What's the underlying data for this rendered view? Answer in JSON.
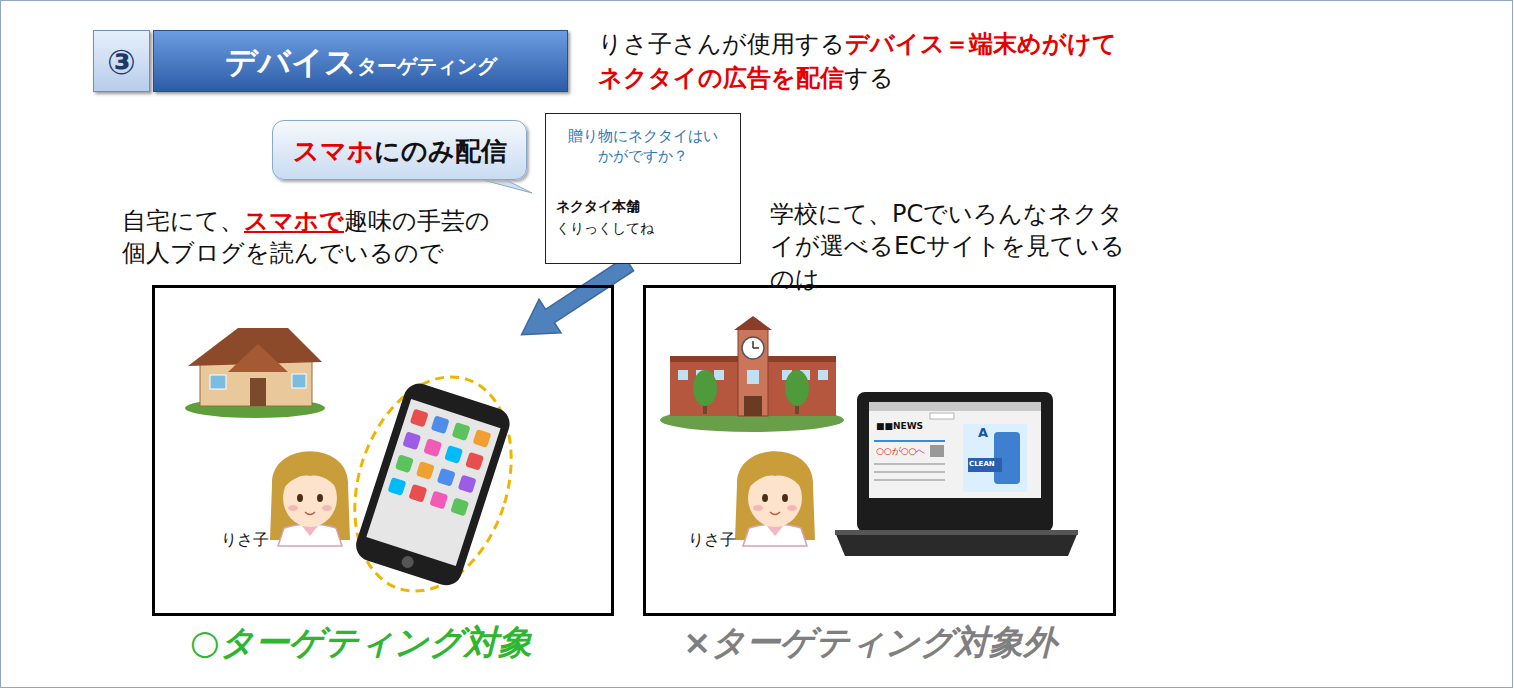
{
  "diagram": {
    "nodes": [
      {
        "text": [
          "③"
        ]
      },
      {
        "text": [
          "デバイス",
          "ターゲティング"
        ]
      },
      {
        "text": [
          "スマホ",
          "にのみ配信"
        ]
      },
      {
        "text": [
          "贈り物にネクタイはいかがですか？",
          "ネクタイ本舗",
          "くりっくしてね"
        ]
      },
      {
        "text": [
          "りさ子"
        ]
      },
      {
        "text": [
          "りさ子"
        ]
      }
    ],
    "edges": [
      {
        "from": 3,
        "to": 4,
        "arrow": "to"
      }
    ],
    "labels": [
      "りさ子さんが使用する",
      "デバイス＝端末めがけて",
      "ネクタイの広告を配信",
      "する",
      "自宅にて、",
      "スマホで",
      "趣味の手芸の個人ブログを読んでいるので",
      "学校にて、PCでいろんなネクタイが選べるECサイトを見ているのは",
      "■■NEWS",
      "○○が○○へ",
      "A",
      "CLEAN",
      "○ターゲティング対象",
      "×ターゲティング対象外"
    ]
  }
}
